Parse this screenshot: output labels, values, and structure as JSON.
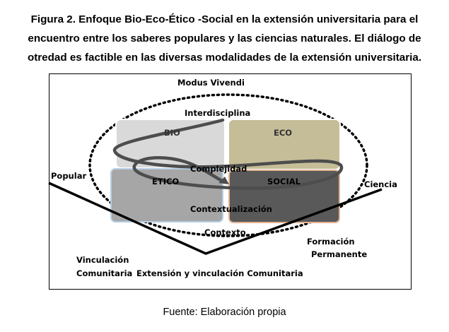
{
  "caption": {
    "line1": "Figura 2. Enfoque Bio-Eco-Ético -Social en la extensión universitaria para el",
    "line2": "encuentro entre los saberes populares y las ciencias naturales. El diálogo de",
    "line3": "otredad es factible en las diversas modalidades de la extensión universitaria."
  },
  "diagram": {
    "modus_vivendi": "Modus Vivendi",
    "interdisciplina": "Interdisciplina",
    "bio": "BIO",
    "eco": "ECO",
    "etico": "ETICO",
    "social": "SOCIAL",
    "complejidad": "Complejidad",
    "contextualizacion": "Contextualización",
    "contexto": "Contexto",
    "popular": "Popular",
    "ciencia": "Ciencia",
    "formacion_1": "Formación",
    "formacion_2": "Permanente",
    "vinculacion_1": "Vinculación",
    "vinculacion_2": "Comunitaria",
    "extension": "Extensión y vinculación Comunitaria"
  },
  "colors": {
    "bio": "#d9d9d9",
    "eco": "#c4bd97",
    "etico": "#a6a6a6",
    "social": "#595959",
    "spiral": "#4d4d4d"
  },
  "source": "Fuente: Elaboración propia"
}
